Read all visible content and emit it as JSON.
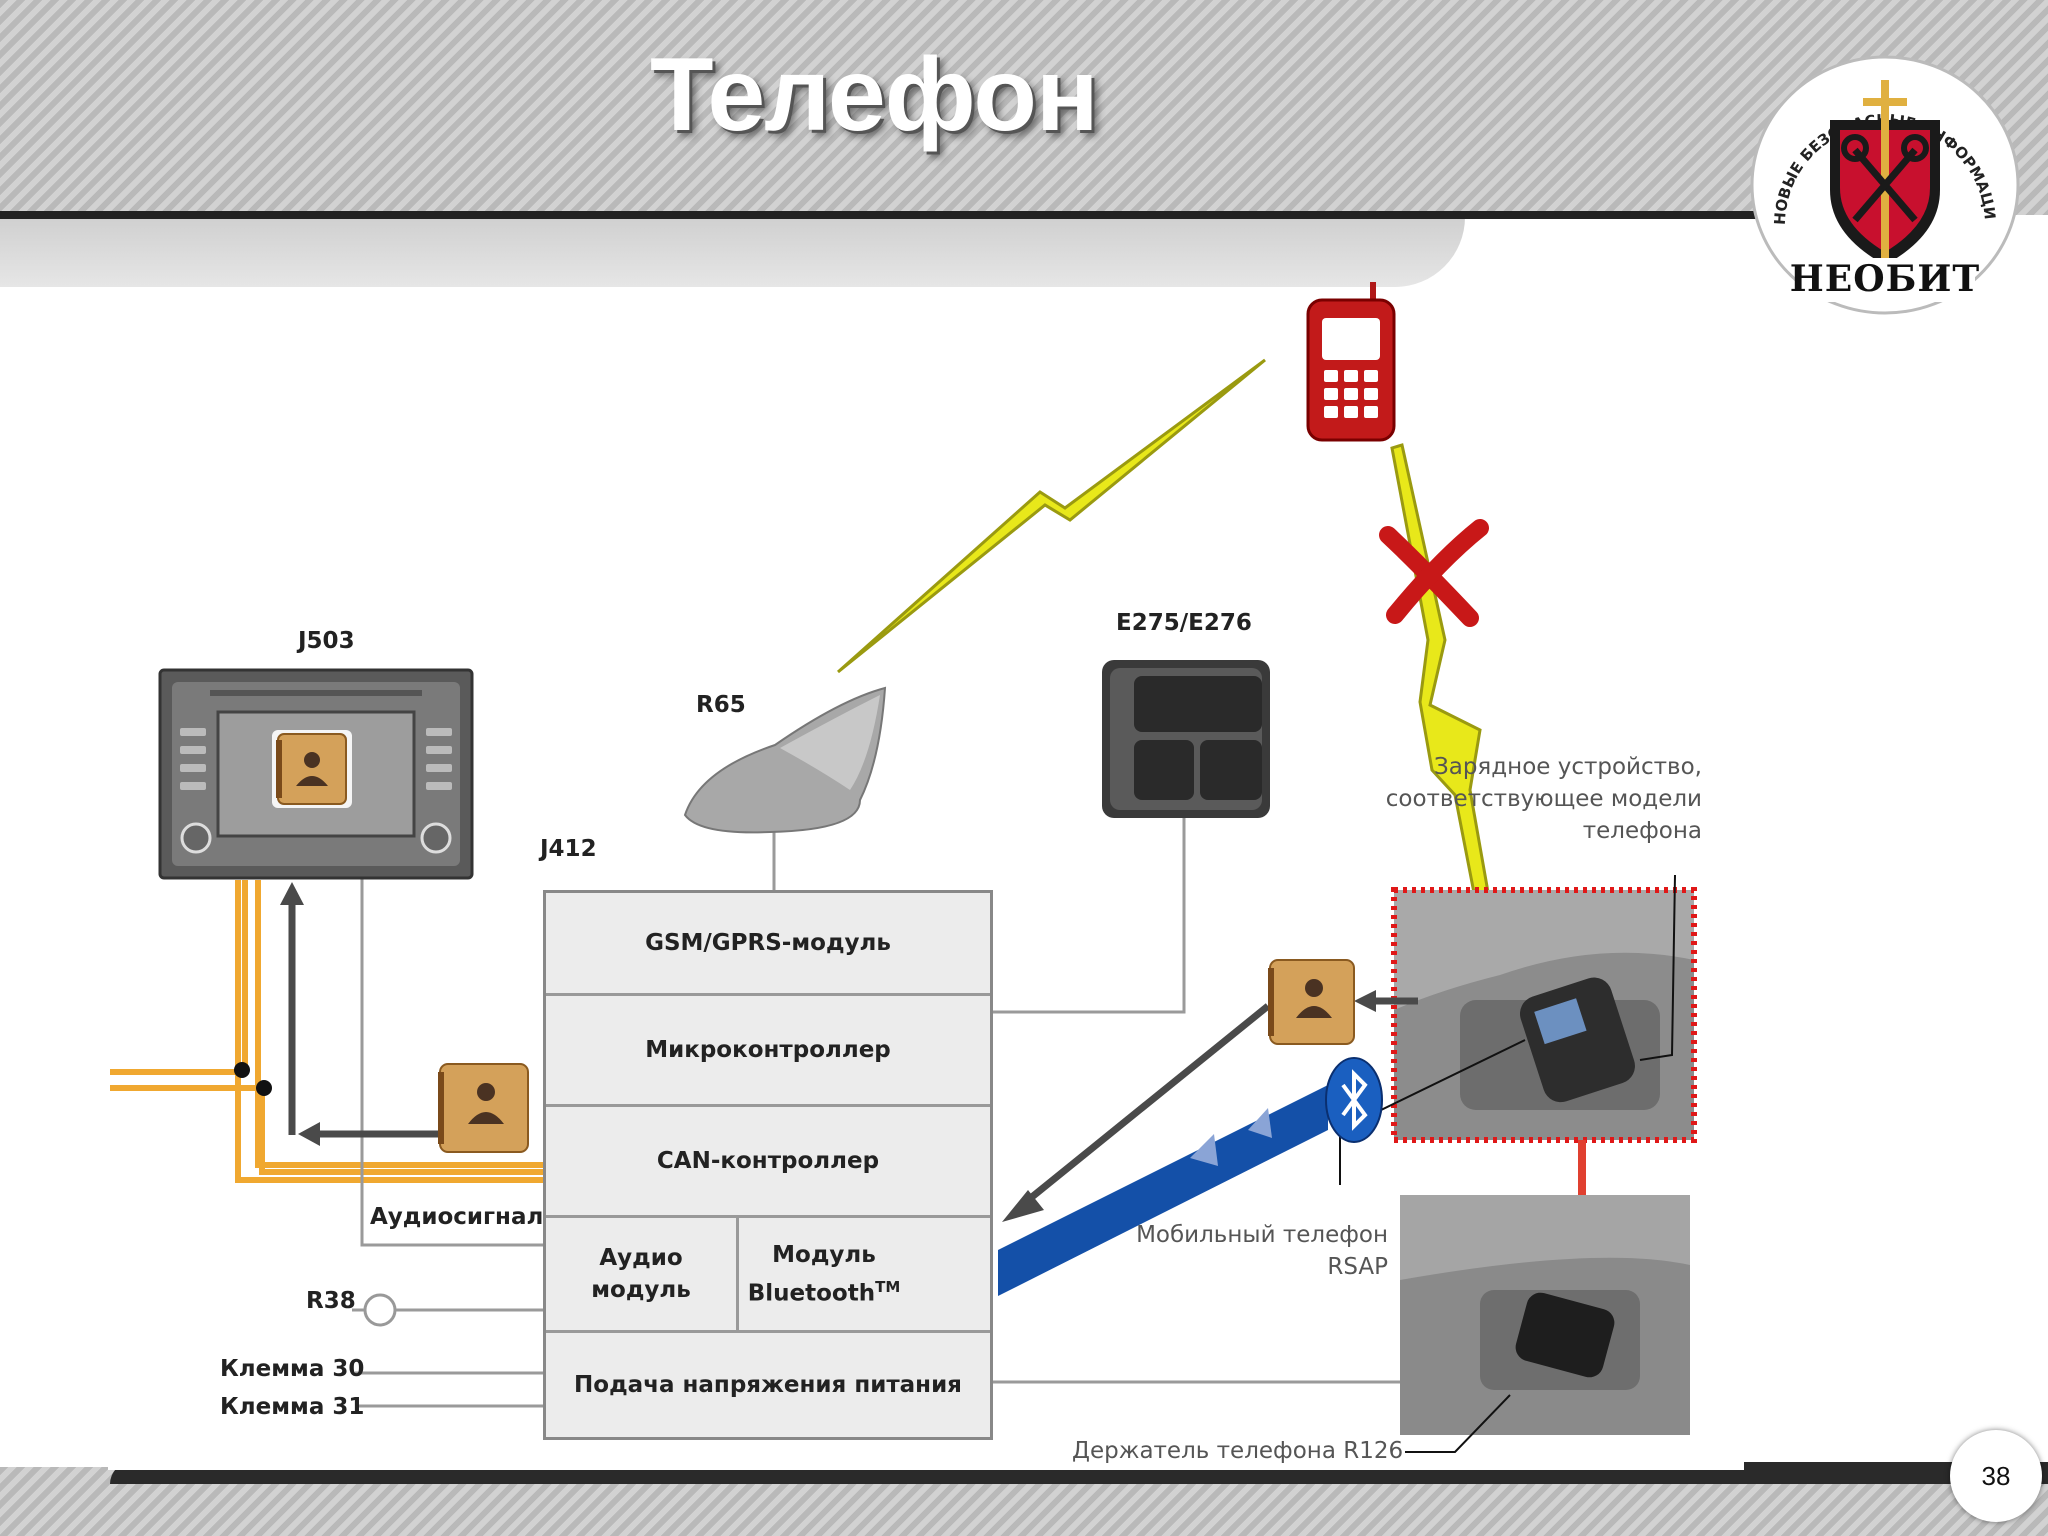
{
  "slide": {
    "title": "Телефон",
    "page_number": "38"
  },
  "logo": {
    "ring_text": "НОВЫЕ БЕЗОПАСНЫЕ ИНФОРМАЦИОННЫЕ ТЕХНОЛОГИИ",
    "brand": "НЕОБИТ"
  },
  "diagram": {
    "components": {
      "head_unit": "J503",
      "antenna": "R65",
      "buttons": "E275/E276",
      "control_unit": "J412"
    },
    "modules": {
      "gsm": "GSM/GPRS-модуль",
      "micro": "Микроконтроллер",
      "can": "CAN-контроллер",
      "audio_line1": "Аудио",
      "audio_line2": "модуль",
      "bt_line1": "Модуль",
      "bt_line2": "Bluetooth",
      "bt_tm": "TM",
      "power": "Подача напряжения питания"
    },
    "labels": {
      "audio_signal": "Аудиосигнал",
      "r38": "R38",
      "terminal30": "Клемма 30",
      "terminal31": "Клемма 31",
      "charger_line1": "Зарядное устройство,",
      "charger_line2": "соответствующее модели",
      "charger_line3": "телефона",
      "phone_line1": "Мобильный телефон",
      "phone_line2": "RSAP",
      "holder": "Держатель телефона R126"
    }
  }
}
